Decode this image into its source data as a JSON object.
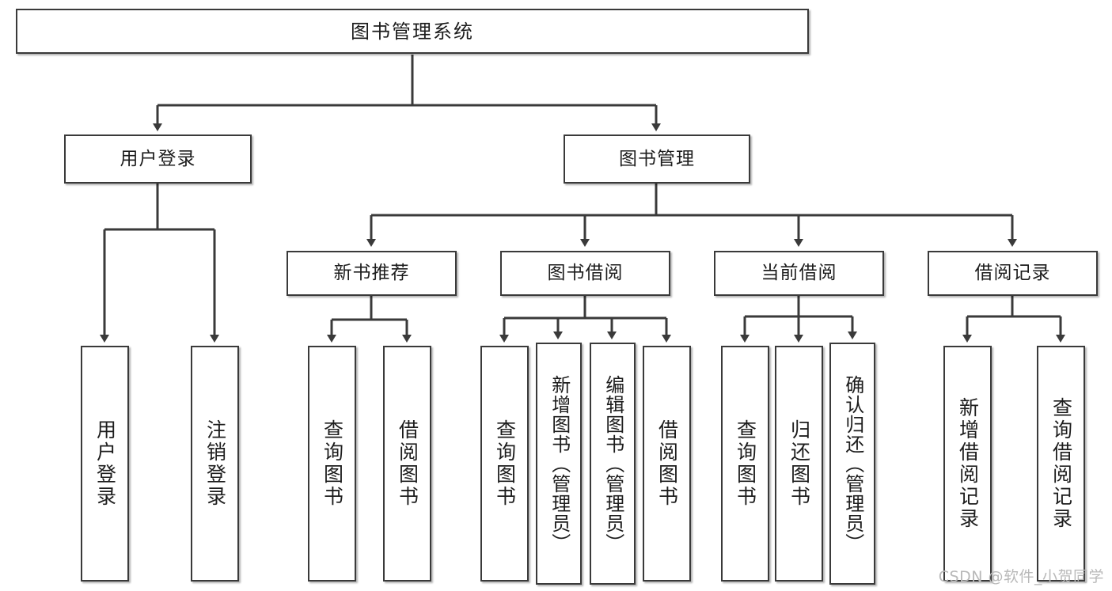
{
  "diagram": {
    "title_node": {
      "label": "图书管理系统"
    },
    "level1": [
      {
        "label": "用户登录"
      },
      {
        "label": "图书管理"
      }
    ],
    "level2": [
      {
        "label": "新书推荐"
      },
      {
        "label": "图书借阅"
      },
      {
        "label": "当前借阅"
      },
      {
        "label": "借阅记录"
      }
    ],
    "leaves": {
      "user_login": [
        {
          "label": "用户登录"
        },
        {
          "label": "注销登录"
        }
      ],
      "new_book_recommend": [
        {
          "label": "查询图书"
        },
        {
          "label": "借阅图书"
        }
      ],
      "book_borrow": [
        {
          "label": "查询图书"
        },
        {
          "label": "新增图书（管理员）"
        },
        {
          "label": "编辑图书（管理员）"
        },
        {
          "label": "借阅图书"
        }
      ],
      "current_borrow": [
        {
          "label": "查询图书"
        },
        {
          "label": "归还图书"
        },
        {
          "label": "确认归还（管理员）"
        }
      ],
      "borrow_record": [
        {
          "label": "新增借阅记录"
        },
        {
          "label": "查询借阅记录"
        }
      ]
    }
  },
  "watermark": {
    "text": "CSDN @软件_小贺同学"
  },
  "colors": {
    "box_border": "#3a3a3a",
    "box_fill": "#ffffff",
    "edge": "#3a3a3a",
    "text": "#1d1d1d",
    "watermark": "#b9b9b9"
  }
}
